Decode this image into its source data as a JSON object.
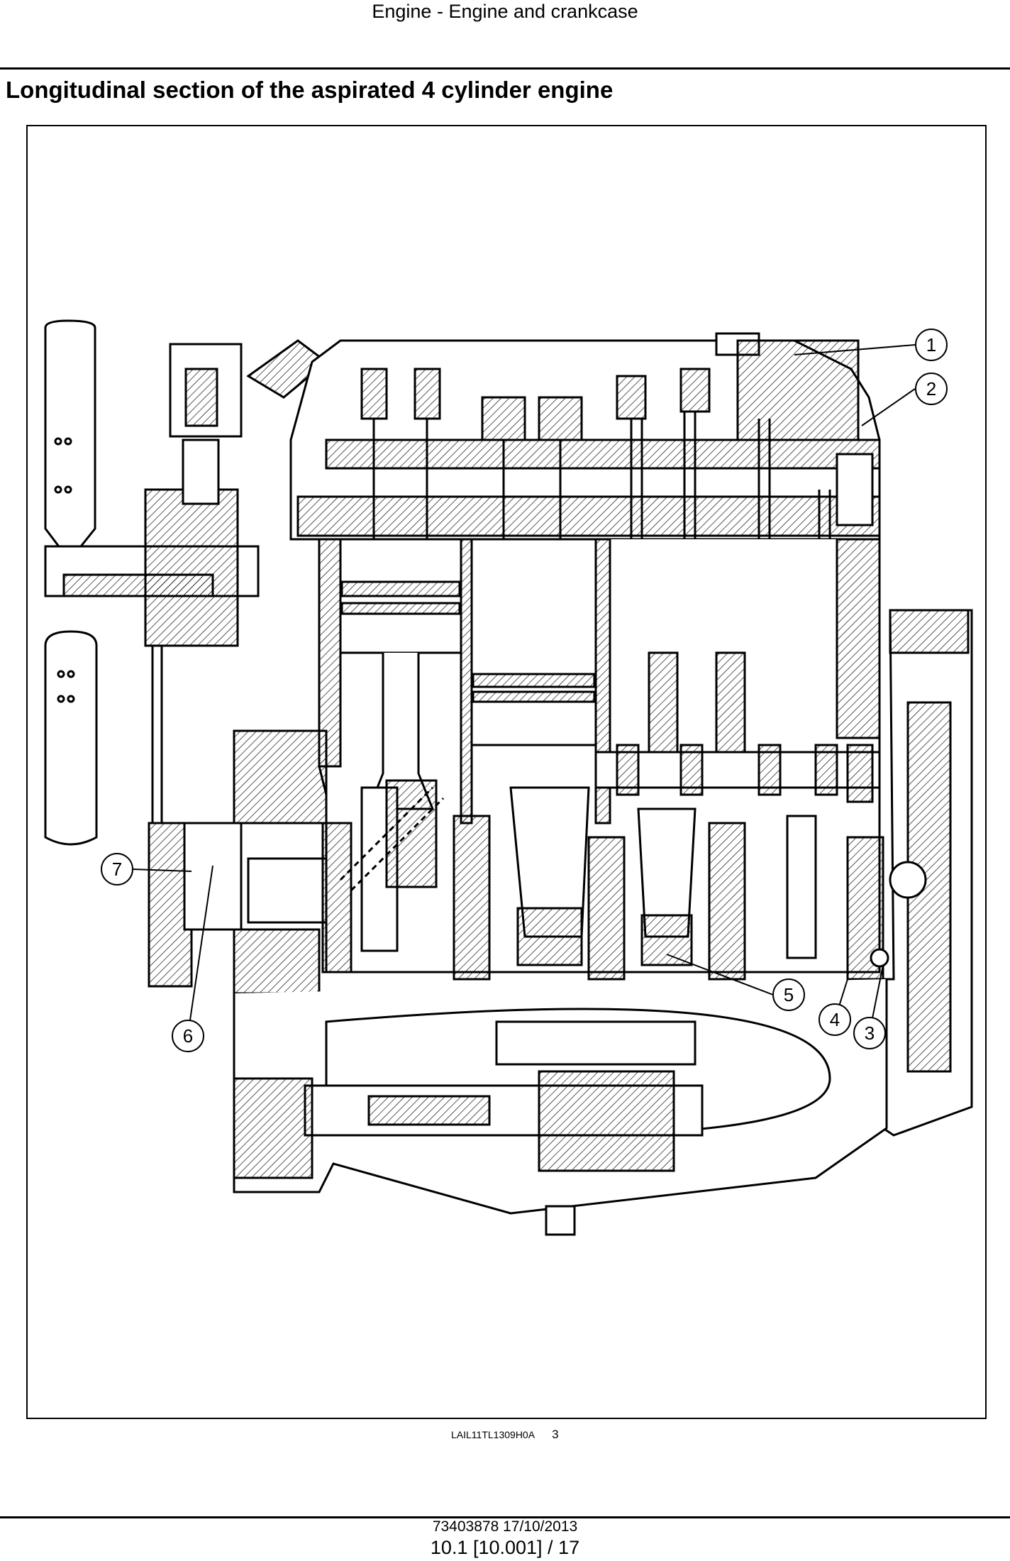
{
  "header": {
    "title": "Engine - Engine and crankcase"
  },
  "section": {
    "title": "Longitudinal section of the aspirated 4 cylinder engine"
  },
  "figure": {
    "callouts": [
      "1",
      "2",
      "3",
      "4",
      "5",
      "6",
      "7"
    ],
    "caption_code": "LAIL11TL1309H0A",
    "caption_number": "3"
  },
  "footer": {
    "doc_ref": "73403878 17/10/2013",
    "page_ref": "10.1 [10.001] / 17"
  }
}
